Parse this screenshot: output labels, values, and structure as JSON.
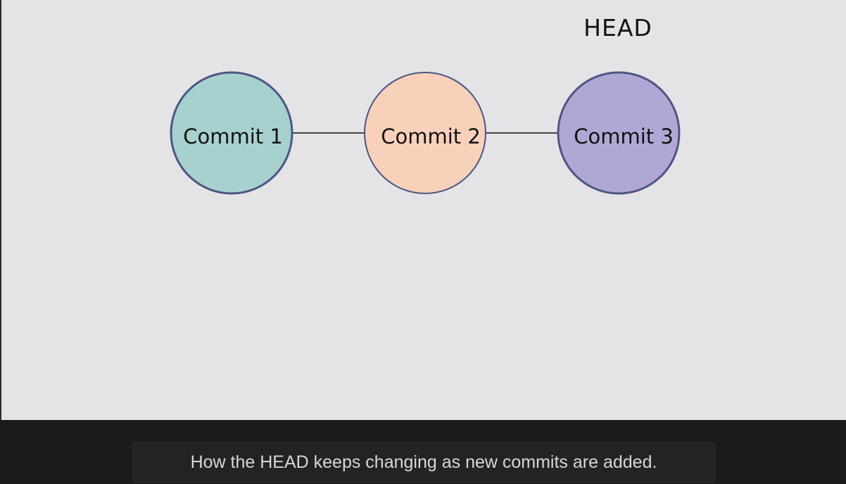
{
  "diagram": {
    "head_label": "HEAD",
    "commits": [
      {
        "label": "Commit 1",
        "fill": "#a6d1ce"
      },
      {
        "label": "Commit 2",
        "fill": "#f8d1bb"
      },
      {
        "label": "Commit 3",
        "fill": "#b0a8d4"
      }
    ],
    "edges": [
      {
        "from": "Commit 1",
        "to": "Commit 2"
      },
      {
        "from": "Commit 2",
        "to": "Commit 3"
      }
    ],
    "head_points_to": "Commit 3",
    "stroke_color": "#4b5683",
    "edge_color": "#111111"
  },
  "caption": {
    "text": "How the HEAD keeps changing as new commits are added."
  }
}
